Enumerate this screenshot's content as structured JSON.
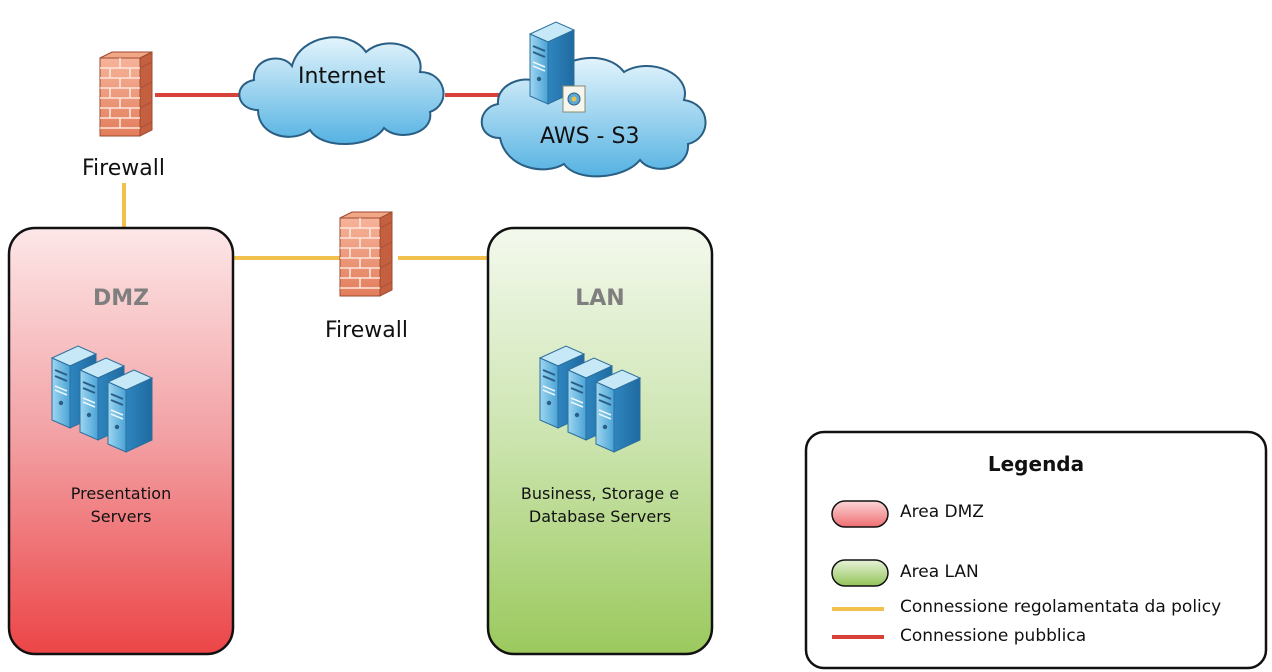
{
  "nodes": {
    "firewall_top": {
      "label": "Firewall"
    },
    "internet": {
      "label": "Internet"
    },
    "aws": {
      "label": "AWS - S3"
    },
    "firewall_mid": {
      "label": "Firewall"
    },
    "dmz": {
      "title": "DMZ",
      "servers_line1": "Presentation",
      "servers_line2": "Servers"
    },
    "lan": {
      "title": "LAN",
      "servers_line1": "Business, Storage e",
      "servers_line2": "Database Servers"
    }
  },
  "legend": {
    "title": "Legenda",
    "items": [
      {
        "label": "Area DMZ",
        "kind": "area",
        "color": "#f08a8f"
      },
      {
        "label": "Area LAN",
        "kind": "area",
        "color": "#a9d37f"
      },
      {
        "label": "Connessione regolamentata da policy",
        "kind": "line",
        "color": "#f2c04c"
      },
      {
        "label": "Connessione pubblica",
        "kind": "line",
        "color": "#d8403a"
      }
    ]
  },
  "colors": {
    "policy_line": "#f2c04c",
    "public_line": "#d8403a",
    "dmz_top": "#fde0e2",
    "dmz_bottom": "#ee4648",
    "lan_top": "#f3f8ec",
    "lan_bottom": "#9cc95e",
    "cloud_top": "#dcf0fb",
    "cloud_bottom": "#58b4e3",
    "brick": "#e98a6a"
  },
  "icons": [
    "firewall-icon",
    "cloud-icon",
    "server-icon"
  ]
}
